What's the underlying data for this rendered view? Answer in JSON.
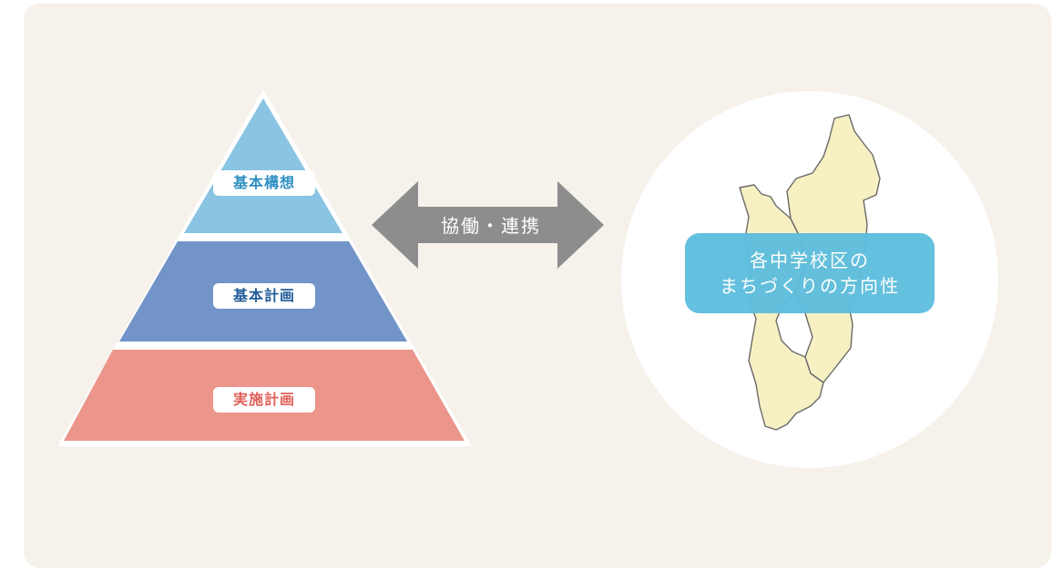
{
  "pyramid": {
    "tiers": [
      {
        "label": "基本構想",
        "color": "#89c4e3"
      },
      {
        "label": "基本計画",
        "color": "#7394c8"
      },
      {
        "label": "実施計画",
        "color": "#ec958a"
      }
    ]
  },
  "connector": {
    "label": "協働・連携",
    "color": "#8d8d8d"
  },
  "map_area": {
    "callout_line1": "各中学校区の",
    "callout_line2": "まちづくりの方向性",
    "map_fill": "#f7f0c3",
    "callout_color": "#5ebede"
  },
  "colors": {
    "panel_background": "#f6f1ea"
  }
}
